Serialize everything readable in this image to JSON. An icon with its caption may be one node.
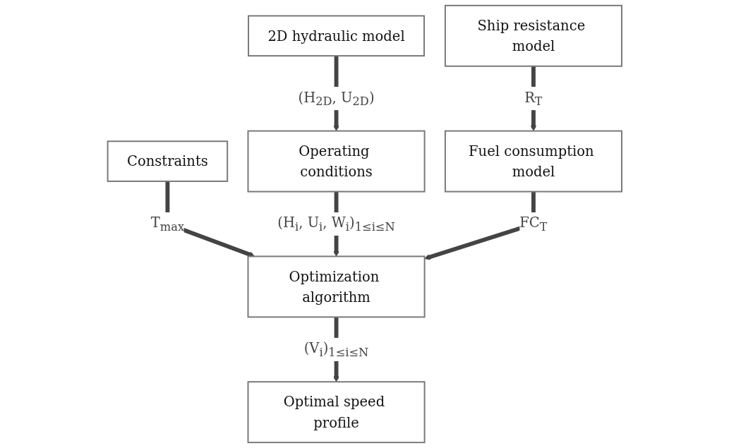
{
  "diagram": {
    "nodes": [
      {
        "text": [
          "2D hydraulic model"
        ]
      },
      {
        "text": [
          "Ship resistance model"
        ]
      },
      {
        "text": [
          "Constraints"
        ]
      },
      {
        "text": [
          "Operating conditions"
        ]
      },
      {
        "text": [
          "Fuel consumption model"
        ]
      },
      {
        "text": [
          "Optimization algorithm"
        ]
      },
      {
        "text": [
          "Optimal speed profile"
        ]
      }
    ],
    "edges": [
      {
        "from": 0,
        "to": 3,
        "arrow": "to",
        "label": "(H$_{2D}$, U$_{2D}$)"
      },
      {
        "from": 1,
        "to": 4,
        "arrow": "to",
        "label": "R$_{T}$"
      },
      {
        "from": 2,
        "to": 5,
        "arrow": "to",
        "label": "T$_{max}$"
      },
      {
        "from": 3,
        "to": 5,
        "arrow": "to",
        "label": "(H$_{i}$, U$_{i}$, W$_{i}$)$_{1≤i≤N}$"
      },
      {
        "from": 4,
        "to": 5,
        "arrow": "to",
        "label": "FC$_{T}$"
      },
      {
        "from": 5,
        "to": 6,
        "arrow": "to",
        "label": "(V$_{i}$)$_{1≤i≤N}$"
      }
    ]
  }
}
